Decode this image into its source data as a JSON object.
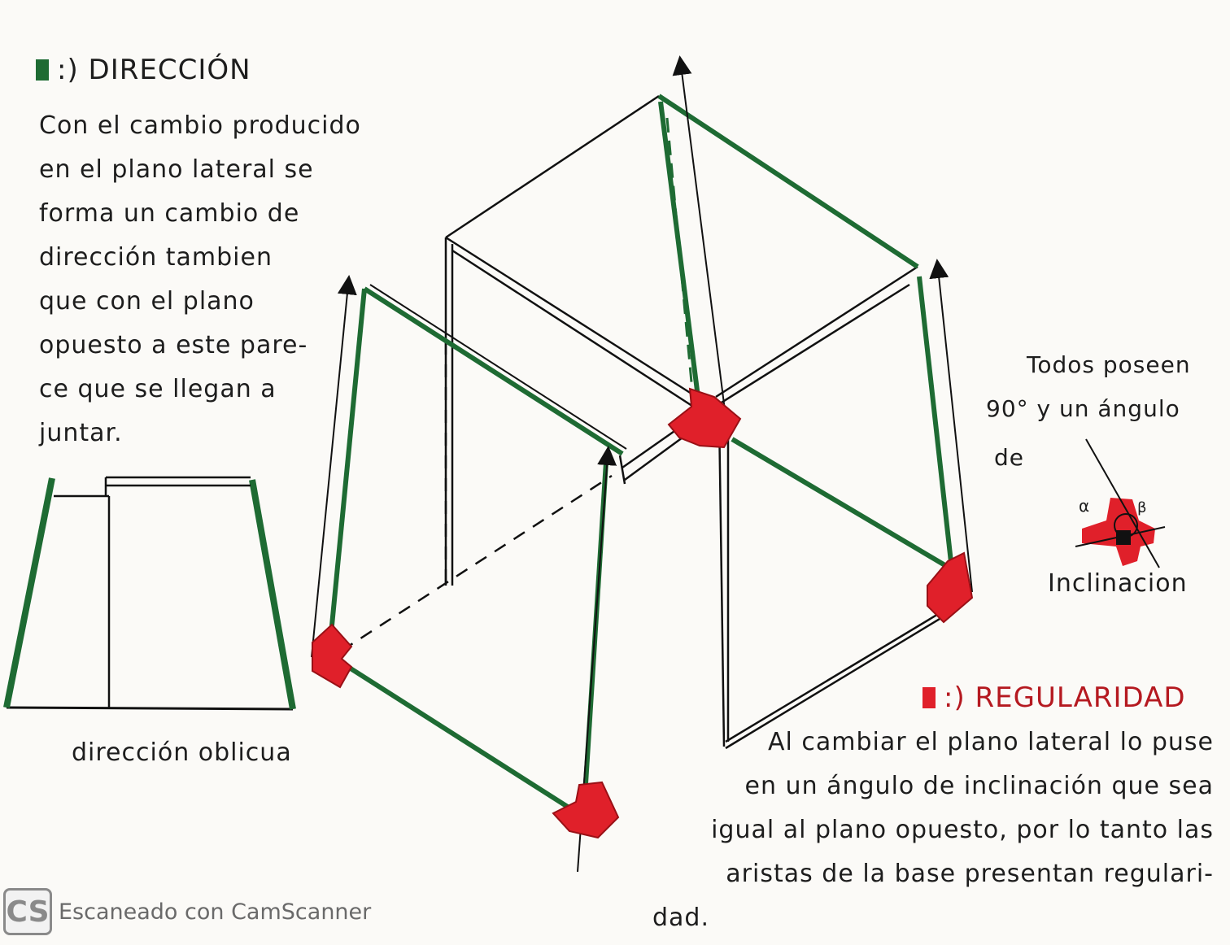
{
  "colors": {
    "green": "#1e6b33",
    "red": "#e0202a",
    "ink": "#1d1d1d",
    "paper": "#fbfaf7"
  },
  "direccion": {
    "heading": ":) DIRECCIÓN",
    "lines": [
      "Con el cambio producido",
      "en el plano lateral se",
      "forma un cambio de",
      "dirección tambien",
      "que con el plano",
      "opuesto a este pare-",
      "ce que se llegan a",
      "juntar."
    ],
    "caption": "dirección oblicua"
  },
  "angle_note": {
    "line1": "Todos poseen",
    "line2": "90° y un ángulo",
    "line3": "de",
    "label": "Inclinacion",
    "alpha": "α",
    "beta": "β"
  },
  "regularidad": {
    "heading": ":) REGULARIDAD",
    "lines": [
      "Al cambiar el plano lateral lo puse",
      "en un ángulo de inclinación que sea",
      "igual al plano opuesto, por lo tanto las",
      "aristas de la base presentan regulari-",
      "dad."
    ]
  },
  "footer": {
    "logo": "CS",
    "text": "Escaneado con CamScanner"
  }
}
